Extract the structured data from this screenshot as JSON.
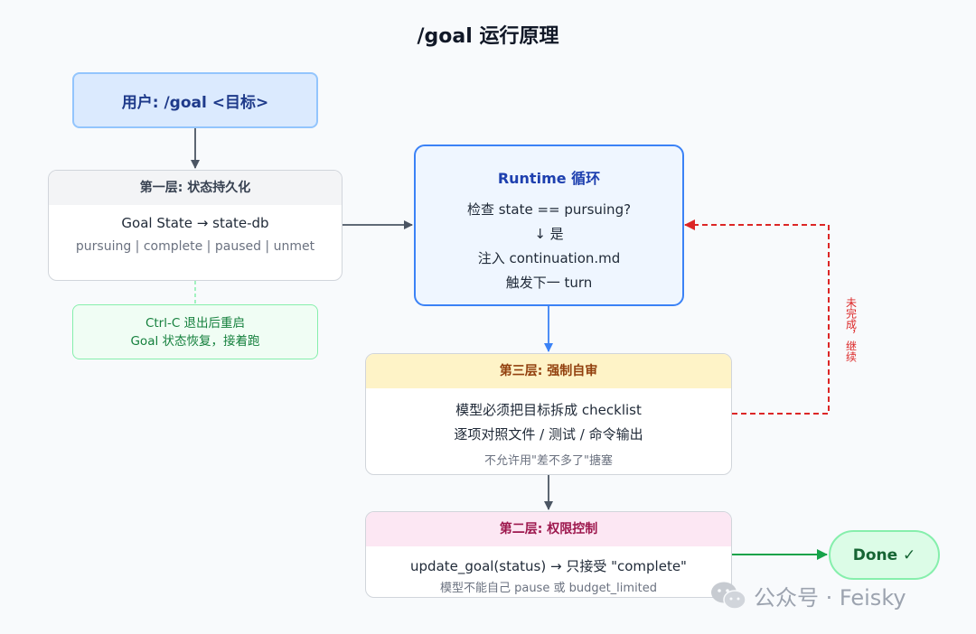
{
  "title": "/goal 运行原理",
  "nodes": {
    "user": {
      "label": "用户: /goal <目标>"
    },
    "layer1": {
      "header": "第一层: 状态持久化",
      "lines": [
        "Goal State → state-db",
        "pursuing | complete | paused | unmet"
      ]
    },
    "ctrl_c": {
      "lines": [
        "Ctrl-C 退出后重启",
        "Goal 状态恢复，接着跑"
      ]
    },
    "runtime": {
      "title": "Runtime 循环",
      "lines": [
        "检查 state == pursuing?",
        "↓ 是",
        "注入 continuation.md",
        "触发下一 turn"
      ]
    },
    "layer3": {
      "header": "第三层: 强制自审",
      "lines": [
        "模型必须把目标拆成 checklist",
        "逐项对照文件 / 测试 / 命令输出"
      ],
      "note": "不允许用\"差不多了\"搪塞"
    },
    "layer2": {
      "header": "第二层: 权限控制",
      "lines": [
        "update_goal(status) → 只接受 \"complete\""
      ],
      "note": "模型不能自己 pause 或 budget_limited"
    },
    "done": {
      "label": "Done ✓"
    }
  },
  "edges": {
    "loop_label": "未完成，继续"
  },
  "watermark": {
    "text": "公众号 · Feisky",
    "icon": "wechat-icon"
  },
  "colors": {
    "arrow": "#4b5563",
    "loop": "#dc2626",
    "done_edge": "#16a34a",
    "accent": "#3b82f6"
  }
}
